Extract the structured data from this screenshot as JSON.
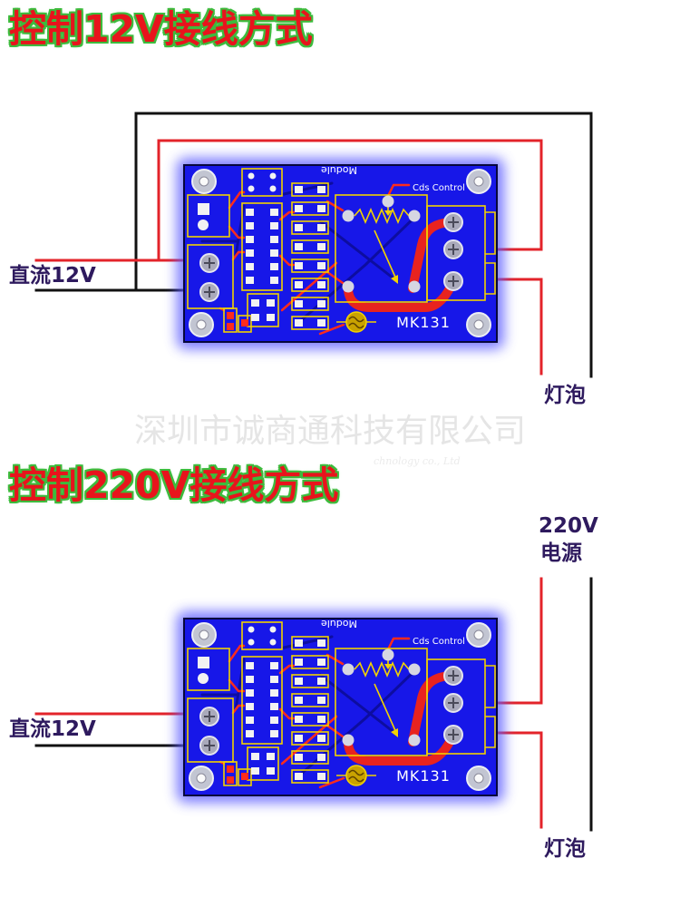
{
  "sections": [
    {
      "title": "控制12V接线方式",
      "dc_label": "直流12V",
      "lamp_label": "灯泡"
    },
    {
      "title": "控制220V接线方式",
      "dc_label": "直流12V",
      "power_label": {
        "voltage": "220V",
        "name": "电源"
      },
      "lamp_label": "灯泡"
    }
  ],
  "board": {
    "silkscreen_top": "Cds Control",
    "silkscreen_rotated": "Module",
    "model": "MK131"
  },
  "watermark": {
    "company": "深圳市诚商通科技有限公司",
    "english": "chnology co., Ltd"
  },
  "colors": {
    "title_red": "#e8141c",
    "title_outline": "#3dbb3d",
    "label": "#2e1a5e",
    "wire_red": "#e3232a",
    "wire_black": "#111111",
    "board_blue": "#1717e8",
    "watermark": "#e5e5e5"
  }
}
